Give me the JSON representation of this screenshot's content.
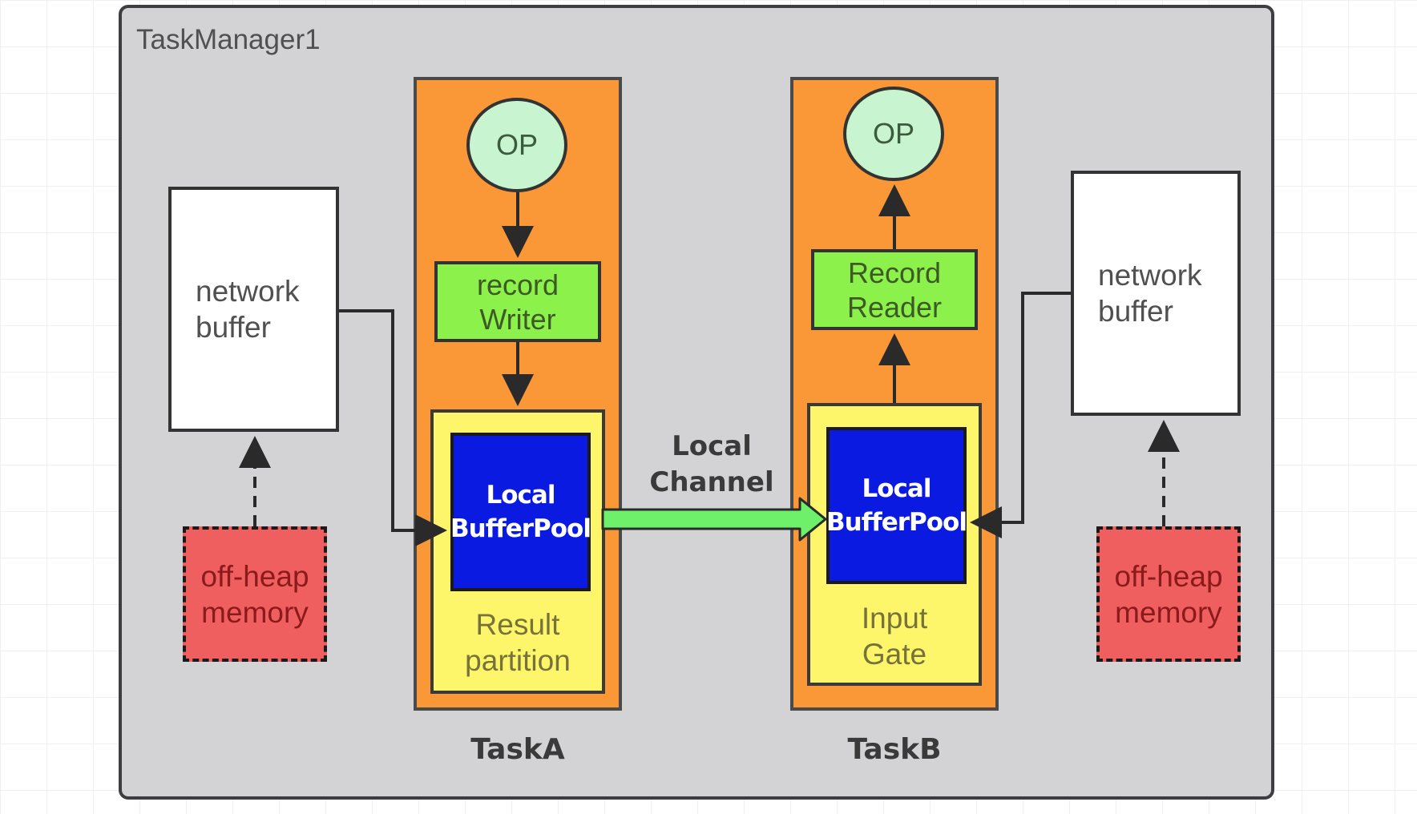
{
  "diagram": {
    "container_title": "TaskManager1",
    "left_network_buffer": "network\nbuffer",
    "right_network_buffer": "network\nbuffer",
    "left_off_heap": "off-heap\nmemory",
    "right_off_heap": "off-heap\nmemory",
    "task_a": {
      "label": "TaskA",
      "op": "OP",
      "writer": "record\nWriter",
      "pool": "Local\nBufferPool",
      "partition": "Result\npartition"
    },
    "task_b": {
      "label": "TaskB",
      "op": "OP",
      "reader": "Record\nReader",
      "pool": "Local\nBufferPool",
      "gate": "Input\nGate"
    },
    "channel_label": "Local\nChannel"
  },
  "colors": {
    "container": "#d3d3d5",
    "task": "#fa9837",
    "partition": "#fdf56a",
    "buffer_pool": "#0a1ae0",
    "op": "#c8f5cf",
    "record_box": "#8cf14b",
    "off_heap": "#f05f60",
    "channel_arrow": "#6ef06a"
  }
}
